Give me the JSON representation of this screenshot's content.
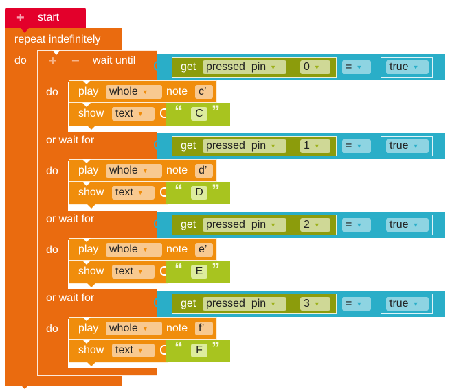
{
  "start_block": {
    "plus_icon": "+",
    "label": "start"
  },
  "repeat_block": {
    "label": "repeat indefinitely",
    "do_label": "do"
  },
  "wait_block": {
    "plus_icon": "+",
    "minus_icon": "−",
    "label": "wait until",
    "or_label": "or wait for",
    "do_label": "do"
  },
  "branches": [
    {
      "get": "get",
      "sensor": "pressed  pin",
      "pin": "0",
      "op": "=",
      "value": "true",
      "play": "play",
      "duration": "whole",
      "note_label": "note",
      "note": "c’",
      "show": "show",
      "show_type": "text",
      "open_quote": "“",
      "close_quote": "”",
      "text": "C"
    },
    {
      "get": "get",
      "sensor": "pressed  pin",
      "pin": "1",
      "op": "=",
      "value": "true",
      "play": "play",
      "duration": "whole",
      "note_label": "note",
      "note": "d’",
      "show": "show",
      "show_type": "text",
      "open_quote": "“",
      "close_quote": "”",
      "text": "D"
    },
    {
      "get": "get",
      "sensor": "pressed  pin",
      "pin": "2",
      "op": "=",
      "value": "true",
      "play": "play",
      "duration": "whole",
      "note_label": "note",
      "note": "e’",
      "show": "show",
      "show_type": "text",
      "open_quote": "“",
      "close_quote": "”",
      "text": "E"
    },
    {
      "get": "get",
      "sensor": "pressed  pin",
      "pin": "3",
      "op": "=",
      "value": "true",
      "play": "play",
      "duration": "whole",
      "note_label": "note",
      "note": "f’",
      "show": "show",
      "show_type": "text",
      "open_quote": "“",
      "close_quote": "”",
      "text": "F"
    }
  ],
  "dropdown_arrow": "▼",
  "colors": {
    "start": "#e3002b",
    "control": "#ea6b0f",
    "action": "#f08d0c",
    "logic": "#2aaec8",
    "sensor": "#8c9c0c",
    "text": "#a8c41f"
  }
}
